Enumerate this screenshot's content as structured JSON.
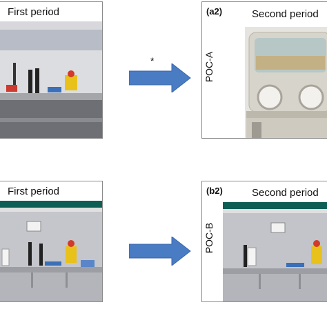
{
  "panel_a1": {
    "title": "First period"
  },
  "panel_a2": {
    "tag": "(a2)",
    "title": "Second period",
    "side_label": "POC-A"
  },
  "panel_b1": {
    "title": "First period"
  },
  "panel_b2": {
    "tag": "(b2)",
    "title": "Second period",
    "side_label": "POC-B"
  },
  "arrow_top": {
    "mark": "*"
  },
  "colors": {
    "arrow": "#4a7cc4",
    "arrow_edge": "#3a66a8",
    "cabinet_green": "#0f5e56"
  }
}
